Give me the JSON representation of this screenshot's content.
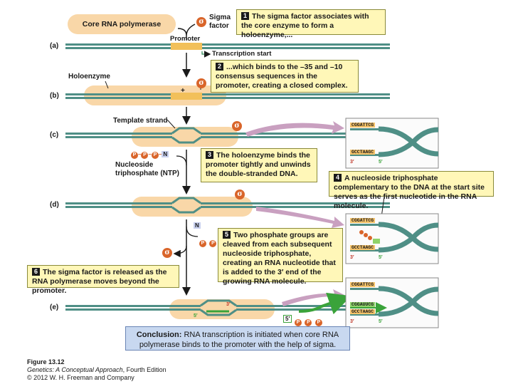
{
  "labels": {
    "core_rna_polymerase": "Core RNA polymerase",
    "sigma_factor": "Sigma factor",
    "sigma_symbol": "σ",
    "promoter": "Promoter",
    "transcription_start": "Transcription start",
    "holoenzyme": "Holoenzyme",
    "template_strand": "Template strand",
    "ntp_label": "Nucleoside triphosphate (NTP)",
    "ntp_p": "P",
    "ntp_n": "N",
    "plus": "+",
    "five_prime": "5′",
    "three_prime": "3′"
  },
  "rows": [
    "(a)",
    "(b)",
    "(c)",
    "(d)",
    "(e)"
  ],
  "steps": [
    {
      "num": "1",
      "text": "The sigma factor associates with the core enzyme to form a holoenzyme,..."
    },
    {
      "num": "2",
      "text": "...which binds to the –35 and –10 consensus sequences in the promoter, creating a closed complex."
    },
    {
      "num": "3",
      "text": "The holoenzyme binds the promoter tightly and unwinds the double-stranded DNA."
    },
    {
      "num": "4",
      "text": "A nucleoside triphosphate complementary to the DNA at the start site serves as the first nucleotide in the RNA molecule."
    },
    {
      "num": "5",
      "text": "Two phosphate groups are cleaved from each subsequent nucleoside triphosphate, creating an RNA nucleotide that is added to the 3′ end of the growing RNA molecule."
    },
    {
      "num": "6",
      "text": "The sigma factor is released as the RNA polymerase moves beyond the promoter."
    }
  ],
  "insets": {
    "top_seq": "CGGATTCG",
    "bottom_seq": "GCCTAAGC",
    "rna_seq": "CGGAUUCG"
  },
  "conclusion": {
    "label": "Conclusion:",
    "text": " RNA transcription is initiated when core RNA polymerase binds to the promoter with the help of sigma."
  },
  "caption": {
    "figure": "Figure 13.12",
    "book": "Genetics: A Conceptual Approach",
    "edition": ", Fourth Edition",
    "copyright": "© 2012 W. H. Freeman and Company"
  },
  "colors": {
    "dna": "#4f8f86",
    "pill": "#f9d7a8",
    "callout": "#fff7b8",
    "sigma": "#d9652a",
    "arrow": "#c9a0c0",
    "rna": "#3aa33a",
    "conclusion": "#c8d8f0"
  }
}
